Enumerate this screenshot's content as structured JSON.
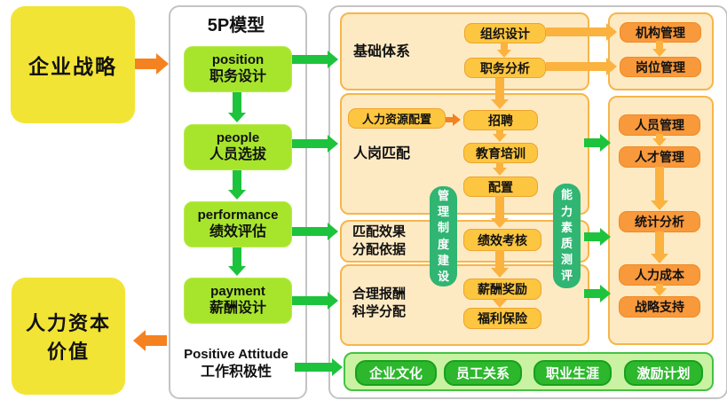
{
  "colors": {
    "yellow": "#f2e435",
    "model_box": "#a7e52d",
    "arrow_green": "#1dc33c",
    "arrow_orange": "#f58220",
    "gold": "#fbb23f",
    "panel_bg": "#fdeac3",
    "panel_border": "#f7b54a",
    "gold_box": "#fdc640",
    "orange_box": "#f8993c",
    "pill": "#30b573",
    "bottom_bg": "#c9f3a2",
    "bottom_border": "#44c244",
    "bottom_box": "#2cb72c",
    "panel_white_border": "#c4c4c4"
  },
  "left": {
    "strategy": "企业战略",
    "capital_line1": "人力资本",
    "capital_line2": "价值"
  },
  "model": {
    "title": "5P模型",
    "items": [
      {
        "en": "position",
        "zh": "职务设计"
      },
      {
        "en": "people",
        "zh": "人员选拔"
      },
      {
        "en": "performance",
        "zh": "绩效评估"
      },
      {
        "en": "payment",
        "zh": "薪酬设计"
      },
      {
        "en": "Positive Attitude",
        "zh": "工作积极性"
      }
    ]
  },
  "right": {
    "foundation": {
      "label": "基础体系",
      "org_design": "组织设计",
      "job_analysis": "职务分析"
    },
    "matching": {
      "label": "人岗匹配",
      "resource": "人力资源配置",
      "recruit": "招聘",
      "training": "教育培训",
      "allocation": "配置"
    },
    "effect": {
      "label1": "匹配效果",
      "label2": "分配依据",
      "kpi": "绩效考核"
    },
    "reward": {
      "label1": "合理报酬",
      "label2": "科学分配",
      "salary": "薪酬奖励",
      "welfare": "福利保险"
    },
    "pills": {
      "management": "管理制度建设",
      "ability": "能力素质测评"
    },
    "org_top": {
      "org": "机构管理",
      "post": "岗位管理"
    },
    "org_main": [
      "人员管理",
      "人才管理",
      "统计分析",
      "人力成本",
      "战略支持"
    ],
    "bottom": [
      "企业文化",
      "员工关系",
      "职业生涯",
      "激励计划"
    ]
  }
}
